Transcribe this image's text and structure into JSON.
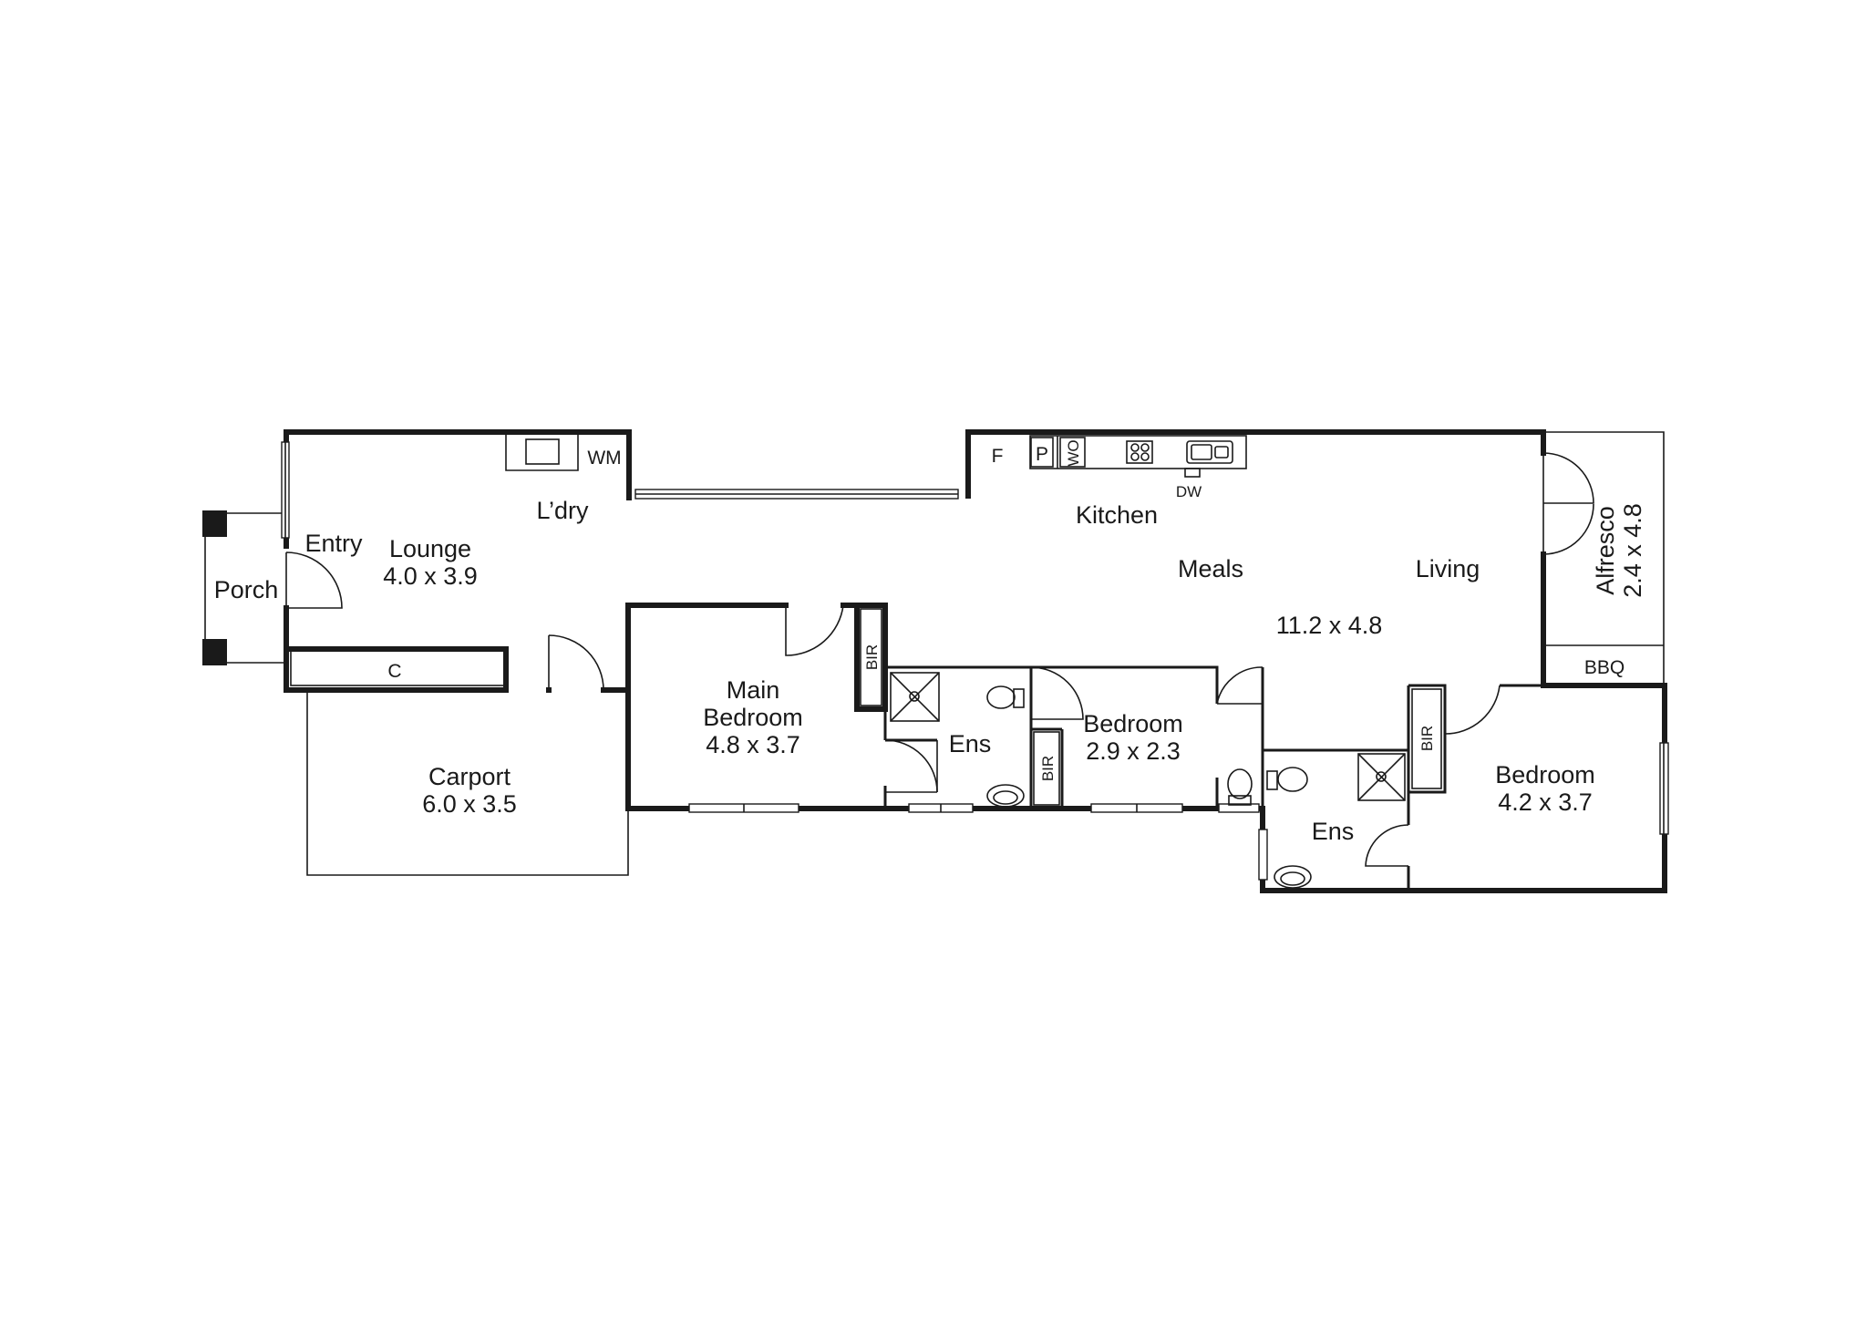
{
  "rooms": {
    "porch": {
      "name": "Porch"
    },
    "entry": {
      "name": "Entry"
    },
    "lounge": {
      "name": "Lounge",
      "dims": "4.0 x 3.9"
    },
    "laundry": {
      "name": "L’dry"
    },
    "kitchen": {
      "name": "Kitchen"
    },
    "meals": {
      "name": "Meals"
    },
    "living": {
      "name": "Living",
      "dims": "11.2 x 4.8"
    },
    "alfresco": {
      "name": "Alfresco",
      "dims": "2.4 x 4.8"
    },
    "carport": {
      "name": "Carport",
      "dims": "6.0 x 3.5"
    },
    "main_bedroom": {
      "name_line1": "Main",
      "name_line2": "Bedroom",
      "dims": "4.8 x 3.7"
    },
    "ensuite_1": {
      "name": "Ens"
    },
    "bedroom_2": {
      "name": "Bedroom",
      "dims": "2.9 x 2.3"
    },
    "ensuite_2": {
      "name": "Ens"
    },
    "bedroom_3": {
      "name": "Bedroom",
      "dims": "4.2 x 3.7"
    }
  },
  "fixtures": {
    "washing_machine": "WM",
    "fridge": "F",
    "pantry": "P",
    "wall_oven": "WO",
    "dishwasher": "DW",
    "cupboard": "C",
    "bbq": "BBQ",
    "bir": "BIR"
  }
}
